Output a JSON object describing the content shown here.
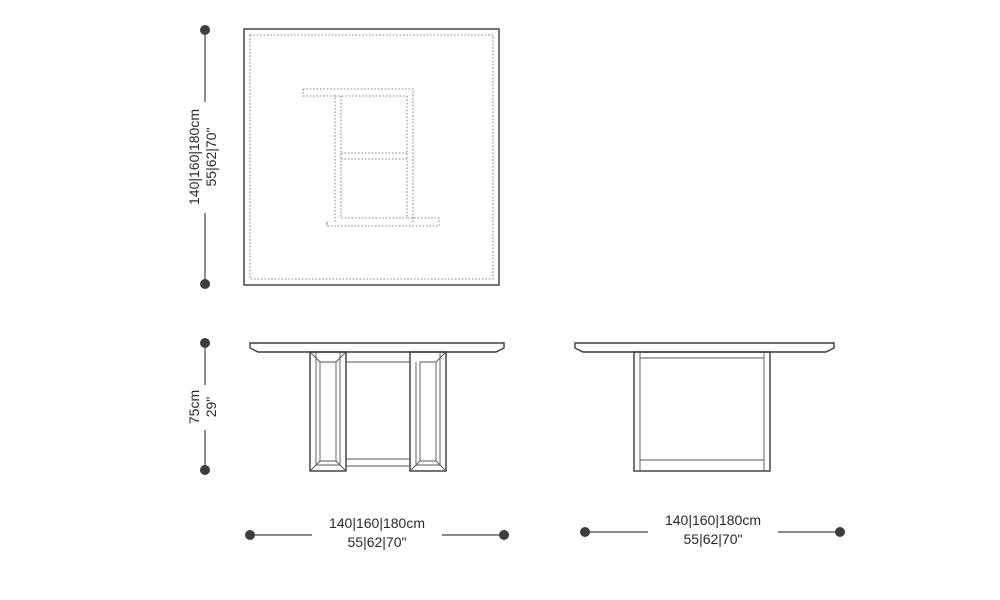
{
  "dimensions": {
    "top_view_depth_cm": "140|160|180cm",
    "top_view_depth_in": "55|62|70\"",
    "height_cm": "75cm",
    "height_in": "29\"",
    "front_width_cm": "140|160|180cm",
    "front_width_in": "55|62|70\"",
    "side_width_cm": "140|160|180cm",
    "side_width_in": "55|62|70\""
  },
  "colors": {
    "line": "#3a3a3a",
    "dot": "#3d3d3d",
    "text": "#2a2a2a"
  }
}
